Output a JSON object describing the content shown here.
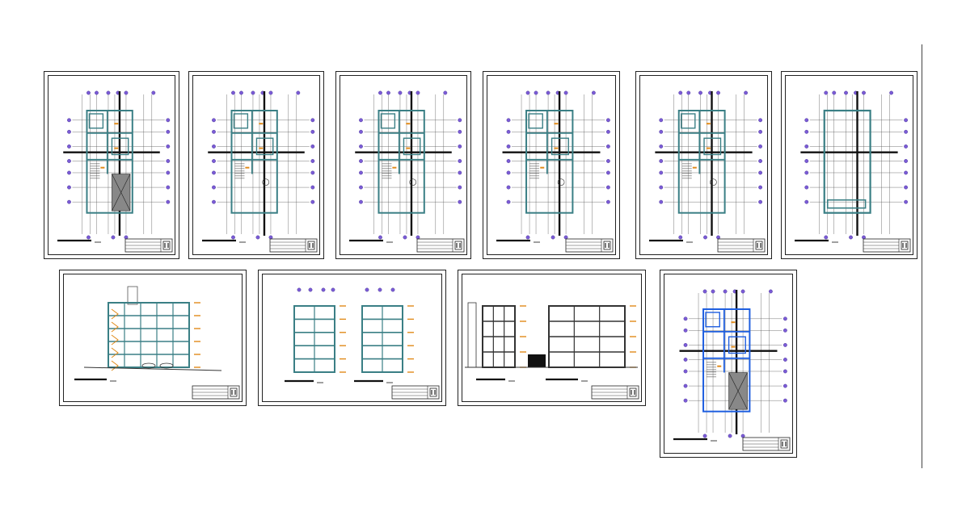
{
  "viewport": {
    "background": "#ffffff"
  },
  "colors": {
    "wall": "#3a7f85",
    "axis": "#111111",
    "grid": "#555555",
    "bubble": "#7b5bd6",
    "accent": "#e08a1a",
    "blue_outline": "#1f5fe0",
    "hatch": "#888888"
  },
  "sheets": [
    {
      "id": "s1",
      "kind": "floor-plan",
      "variant": "ground"
    },
    {
      "id": "s2",
      "kind": "floor-plan",
      "variant": "typical"
    },
    {
      "id": "s3",
      "kind": "floor-plan",
      "variant": "typical"
    },
    {
      "id": "s4",
      "kind": "floor-plan",
      "variant": "typical"
    },
    {
      "id": "s5",
      "kind": "floor-plan",
      "variant": "typical"
    },
    {
      "id": "s6",
      "kind": "floor-plan",
      "variant": "roof"
    },
    {
      "id": "s7",
      "kind": "section",
      "variant": "longitudinal"
    },
    {
      "id": "s8",
      "kind": "section",
      "variant": "double"
    },
    {
      "id": "s9",
      "kind": "elevation",
      "variant": "double"
    },
    {
      "id": "s10",
      "kind": "floor-plan",
      "variant": "blue"
    }
  ]
}
